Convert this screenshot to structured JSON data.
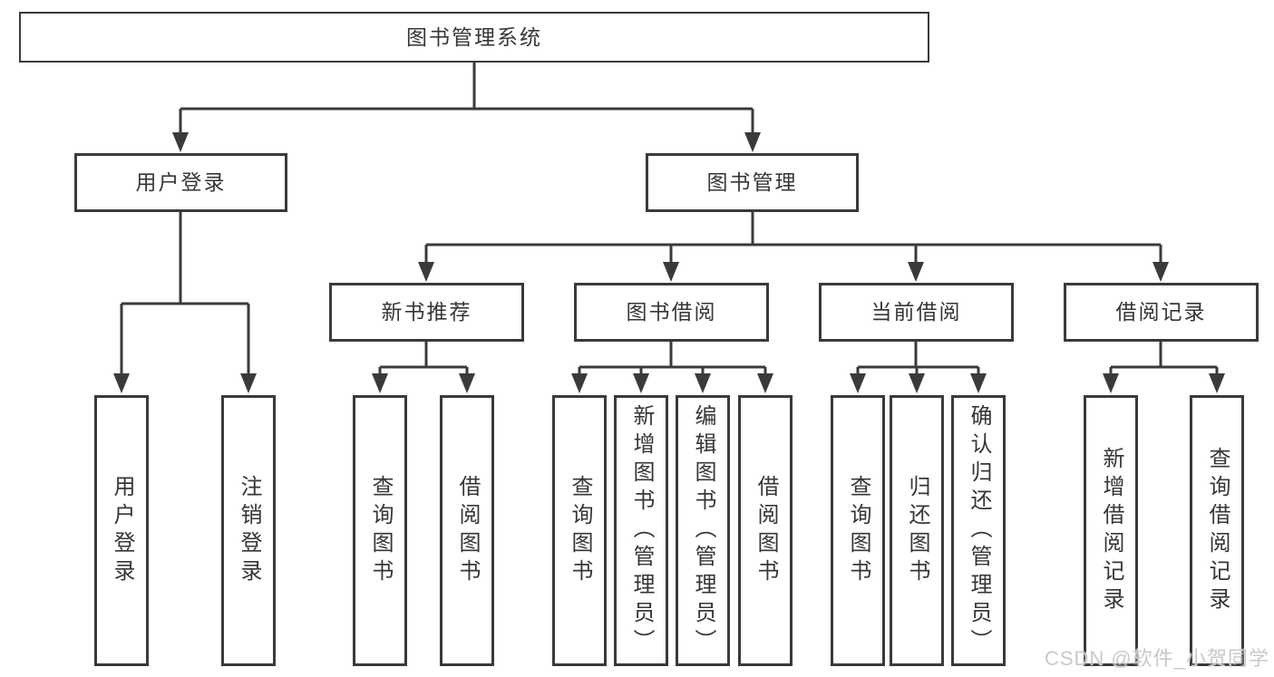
{
  "diagram": {
    "root": {
      "label": "图书管理系统"
    },
    "level2": [
      {
        "label": "用户登录"
      },
      {
        "label": "图书管理"
      }
    ],
    "login_children": [
      {
        "label": "用户登录"
      },
      {
        "label": "注销登录"
      }
    ],
    "level3": [
      {
        "label": "新书推荐"
      },
      {
        "label": "图书借阅"
      },
      {
        "label": "当前借阅"
      },
      {
        "label": "借阅记录"
      }
    ],
    "level3_children": [
      [
        {
          "label": "查询图书"
        },
        {
          "label": "借阅图书"
        }
      ],
      [
        {
          "label": "查询图书"
        },
        {
          "label": "新增图书（管理员）"
        },
        {
          "label": "编辑图书（管理员）"
        },
        {
          "label": "借阅图书"
        }
      ],
      [
        {
          "label": "查询图书"
        },
        {
          "label": "归还图书"
        },
        {
          "label": "确认归还（管理员）"
        }
      ],
      [
        {
          "label": "新增借阅记录"
        },
        {
          "label": "查询借阅记录"
        }
      ]
    ],
    "watermark": "CSDN @软件_小贺同学",
    "colors": {
      "line": "#3a3a3a",
      "box_border": "#3a3a3a",
      "text": "#363636",
      "watermark": "#c9c9c9",
      "background": "#ffffff"
    }
  }
}
